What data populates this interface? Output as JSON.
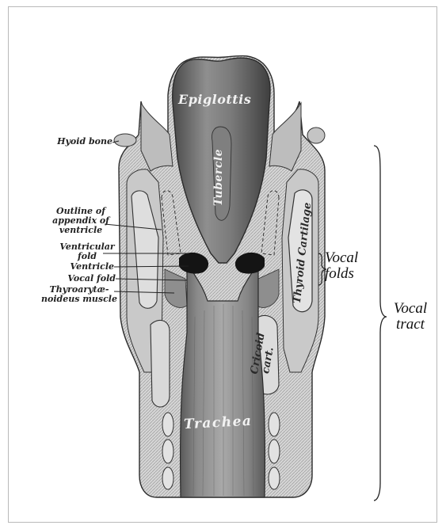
{
  "labels": {
    "epiglottis": "Epiglottis",
    "hyoid_bone": "Hyoid bone",
    "tubercle": "Tubercle",
    "outline_appendix": "Outline of\nappendix of\nventricle",
    "ventricular_fold": "Ventricular\nfold",
    "ventricle": "Ventricle",
    "vocal_fold": "Vocal fold",
    "thyroarytaenoideus": "Thyroarytæ-\nnoideus muscle",
    "thyroid_cartilage": "Thyroid Cartilage",
    "cricoid_cart": "Cricoid\ncart.",
    "trachea": "Trachea",
    "vocal_folds": "Vocal\nfolds",
    "vocal_tract": "Vocal\ntract"
  },
  "colors": {
    "line": "#2b2b2b",
    "tissue_dark": "#6e6e6e",
    "tissue_mid": "#9b9b9b",
    "tissue_light": "#d9d9d9",
    "cartilage": "#c8c8c8",
    "background": "#ffffff"
  }
}
